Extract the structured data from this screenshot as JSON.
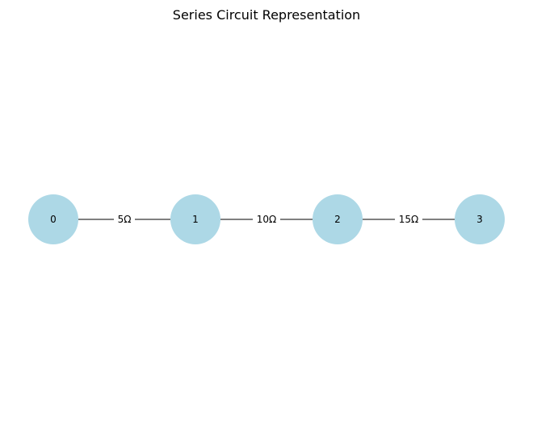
{
  "title": "Series Circuit Representation",
  "colors": {
    "node_fill": "#add8e6",
    "edge_stroke": "#000000",
    "background": "#ffffff"
  },
  "nodes": [
    {
      "label": "0"
    },
    {
      "label": "1"
    },
    {
      "label": "2"
    },
    {
      "label": "3"
    }
  ],
  "edges": [
    {
      "source": 0,
      "target": 1,
      "label": "5Ω"
    },
    {
      "source": 1,
      "target": 2,
      "label": "10Ω"
    },
    {
      "source": 2,
      "target": 3,
      "label": "15Ω"
    }
  ]
}
